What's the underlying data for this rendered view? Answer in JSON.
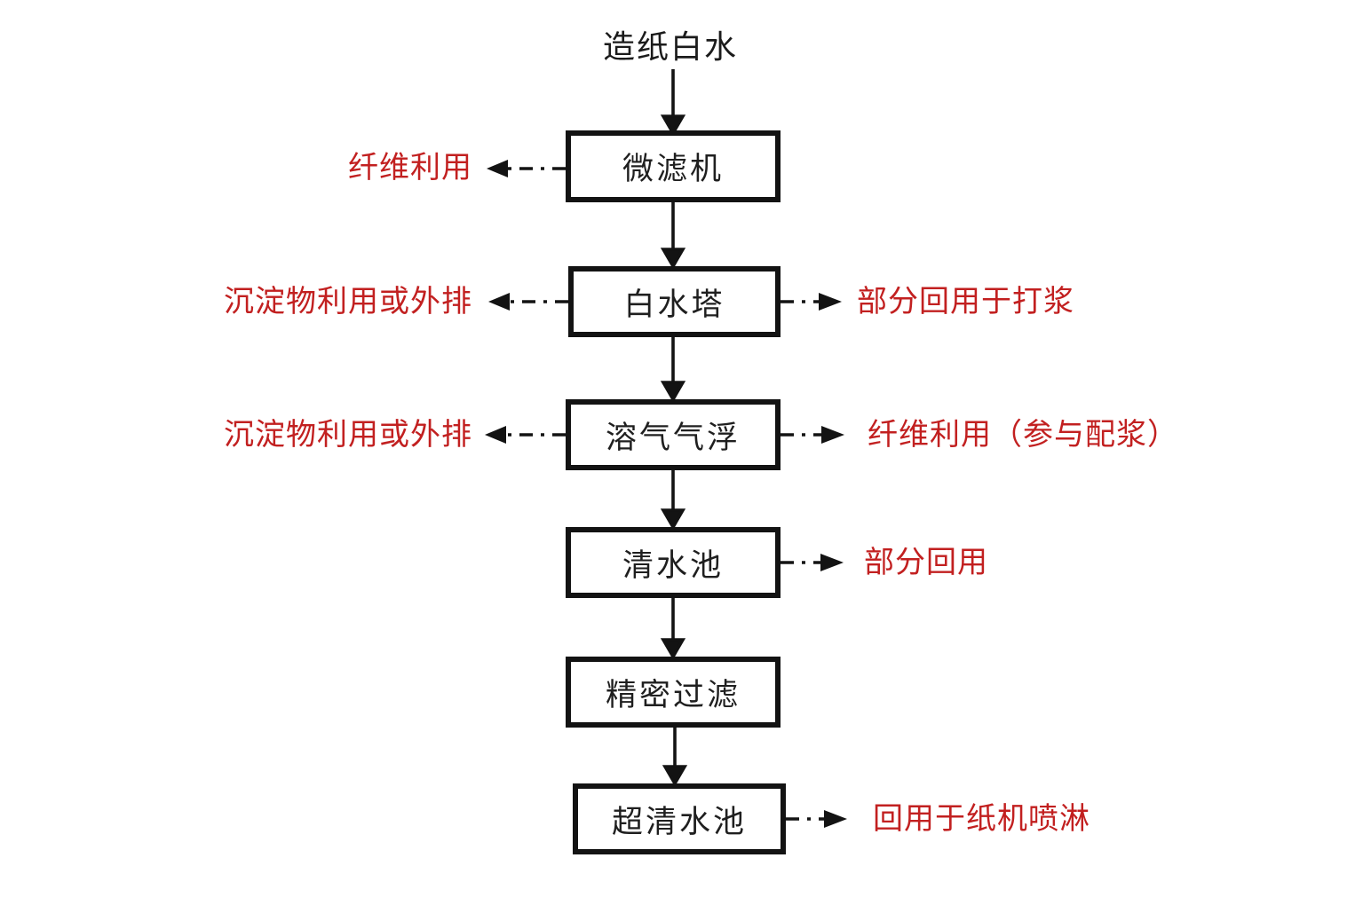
{
  "diagram": {
    "title": "造纸白水",
    "type": "process-flowchart",
    "colors": {
      "background": "#ffffff",
      "box_border": "#131313",
      "box_text": "#1f1f1f",
      "arrow": "#131313",
      "side_label_red": "#c22020"
    },
    "nodes": [
      {
        "label": "微滤机"
      },
      {
        "label": "白水塔"
      },
      {
        "label": "溶气气浮"
      },
      {
        "label": "清水池"
      },
      {
        "label": "精密过滤"
      },
      {
        "label": "超清水池"
      }
    ],
    "left_labels": [
      {
        "label": "纤维利用",
        "attached_to": "微滤机"
      },
      {
        "label": "沉淀物利用或外排",
        "attached_to": "白水塔"
      },
      {
        "label": "沉淀物利用或外排",
        "attached_to": "溶气气浮"
      }
    ],
    "right_labels": [
      {
        "label": "部分回用于打浆",
        "attached_to": "白水塔"
      },
      {
        "label": "纤维利用（参与配浆）",
        "attached_to": "溶气气浮"
      },
      {
        "label": "部分回用",
        "attached_to": "清水池"
      },
      {
        "label": "回用于纸机喷淋",
        "attached_to": "超清水池"
      }
    ],
    "edges": [
      {
        "from": "造纸白水",
        "to": "微滤机",
        "style": "solid"
      },
      {
        "from": "微滤机",
        "to": "白水塔",
        "style": "solid"
      },
      {
        "from": "白水塔",
        "to": "溶气气浮",
        "style": "solid"
      },
      {
        "from": "溶气气浮",
        "to": "清水池",
        "style": "solid"
      },
      {
        "from": "清水池",
        "to": "精密过滤",
        "style": "solid"
      },
      {
        "from": "精密过滤",
        "to": "超清水池",
        "style": "solid"
      },
      {
        "from": "微滤机",
        "to": "纤维利用",
        "style": "dash-dot"
      },
      {
        "from": "白水塔",
        "to": "沉淀物利用或外排",
        "style": "dash-dot"
      },
      {
        "from": "白水塔",
        "to": "部分回用于打浆",
        "style": "dash-dot"
      },
      {
        "from": "溶气气浮",
        "to": "沉淀物利用或外排",
        "style": "dash-dot"
      },
      {
        "from": "溶气气浮",
        "to": "纤维利用（参与配浆）",
        "style": "dash-dot"
      },
      {
        "from": "清水池",
        "to": "部分回用",
        "style": "dash-dot"
      },
      {
        "from": "超清水池",
        "to": "回用于纸机喷淋",
        "style": "dash-dot"
      }
    ]
  }
}
